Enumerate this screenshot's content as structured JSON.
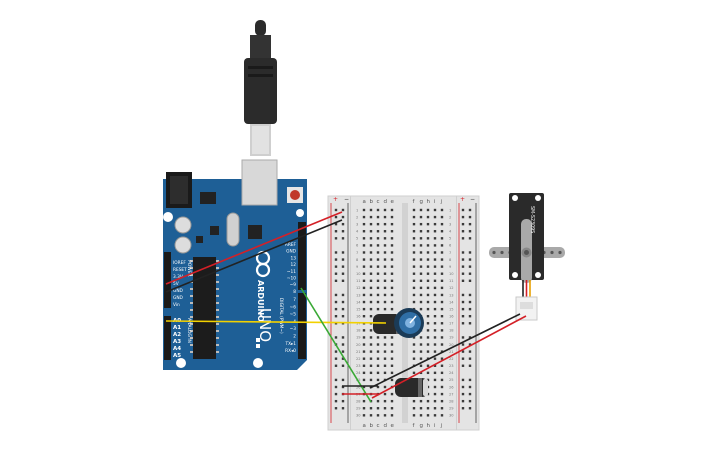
{
  "arduino": {
    "logo_text": "ARDUINO",
    "model": "UNO",
    "left_header_labels": [
      "IOREF",
      "RESET",
      "3.3V",
      "5V",
      "GND",
      "GND",
      "Vin"
    ],
    "analog_labels": [
      "A0",
      "A1",
      "A2",
      "A3",
      "A4",
      "A5"
    ],
    "power_label": "POWER",
    "analog_in_label": "ANALOG IN",
    "right_header_top": [
      "AREF",
      "GND",
      "13",
      "12",
      "~11",
      "~10",
      "~9",
      "8"
    ],
    "right_header_bottom": [
      "7",
      "~6",
      "~5",
      "4",
      "~3",
      "2",
      "TX▸1",
      "RX◂0"
    ],
    "digital_label": "DIGITAL (PWM~)"
  },
  "breadboard": {
    "col_letters_left": [
      "a",
      "b",
      "c",
      "d",
      "e"
    ],
    "col_letters_right": [
      "f",
      "g",
      "h",
      "i",
      "j"
    ],
    "row_numbers": [
      "1",
      "2",
      "3",
      "4",
      "5",
      "6",
      "7",
      "8",
      "9",
      "10",
      "11",
      "12",
      "13",
      "14",
      "15",
      "16",
      "17",
      "18",
      "19",
      "20",
      "21",
      "22",
      "23",
      "24",
      "25",
      "26",
      "27",
      "28",
      "29",
      "30"
    ],
    "rail_plus": "+",
    "rail_minus": "−"
  },
  "servo": {
    "model_label": "SM-S2309S"
  },
  "colors": {
    "board": "#1e5f96",
    "wire_red": "#d42027",
    "wire_black": "#222222",
    "wire_yellow": "#f2d100",
    "wire_green": "#39a935",
    "usb_cable": "#2b2b2b"
  }
}
